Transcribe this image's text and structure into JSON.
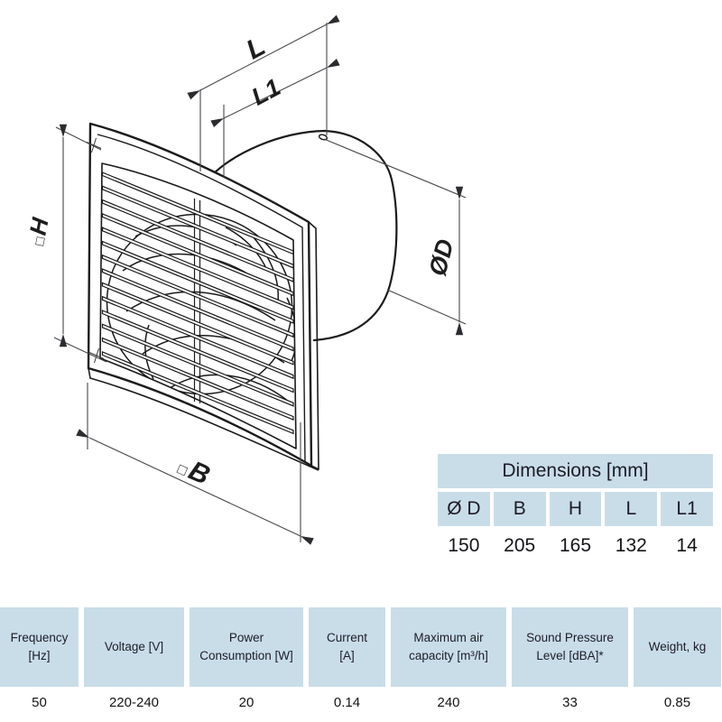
{
  "colors": {
    "table_header_bg": "#c9dde9",
    "line_art": "#1b1b1b",
    "dimension_line": "#46464c"
  },
  "drawing": {
    "square_symbol": "□",
    "dim_labels": {
      "l": "L",
      "l1": "L1",
      "h": "H",
      "d": "ØD",
      "b": "B"
    }
  },
  "dimensions_table": {
    "title": "Dimensions [mm]",
    "columns": [
      "Ø D",
      "B",
      "H",
      "L",
      "L1"
    ],
    "values": [
      "150",
      "205",
      "165",
      "132",
      "14"
    ]
  },
  "specs_table": {
    "columns": [
      {
        "label": "Frequency\n[Hz]",
        "value": "50"
      },
      {
        "label": "Voltage [V]",
        "value": "220-240"
      },
      {
        "label": "Power\nConsumption [W]",
        "value": "20"
      },
      {
        "label": "Current\n[A]",
        "value": "0.14"
      },
      {
        "label": "Maximum air\ncapacity [m³/h]",
        "value": "240"
      },
      {
        "label": "Sound Pressure\nLevel [dBA]*",
        "value": "33"
      },
      {
        "label": "Weight, kg",
        "value": "0.85"
      }
    ]
  }
}
